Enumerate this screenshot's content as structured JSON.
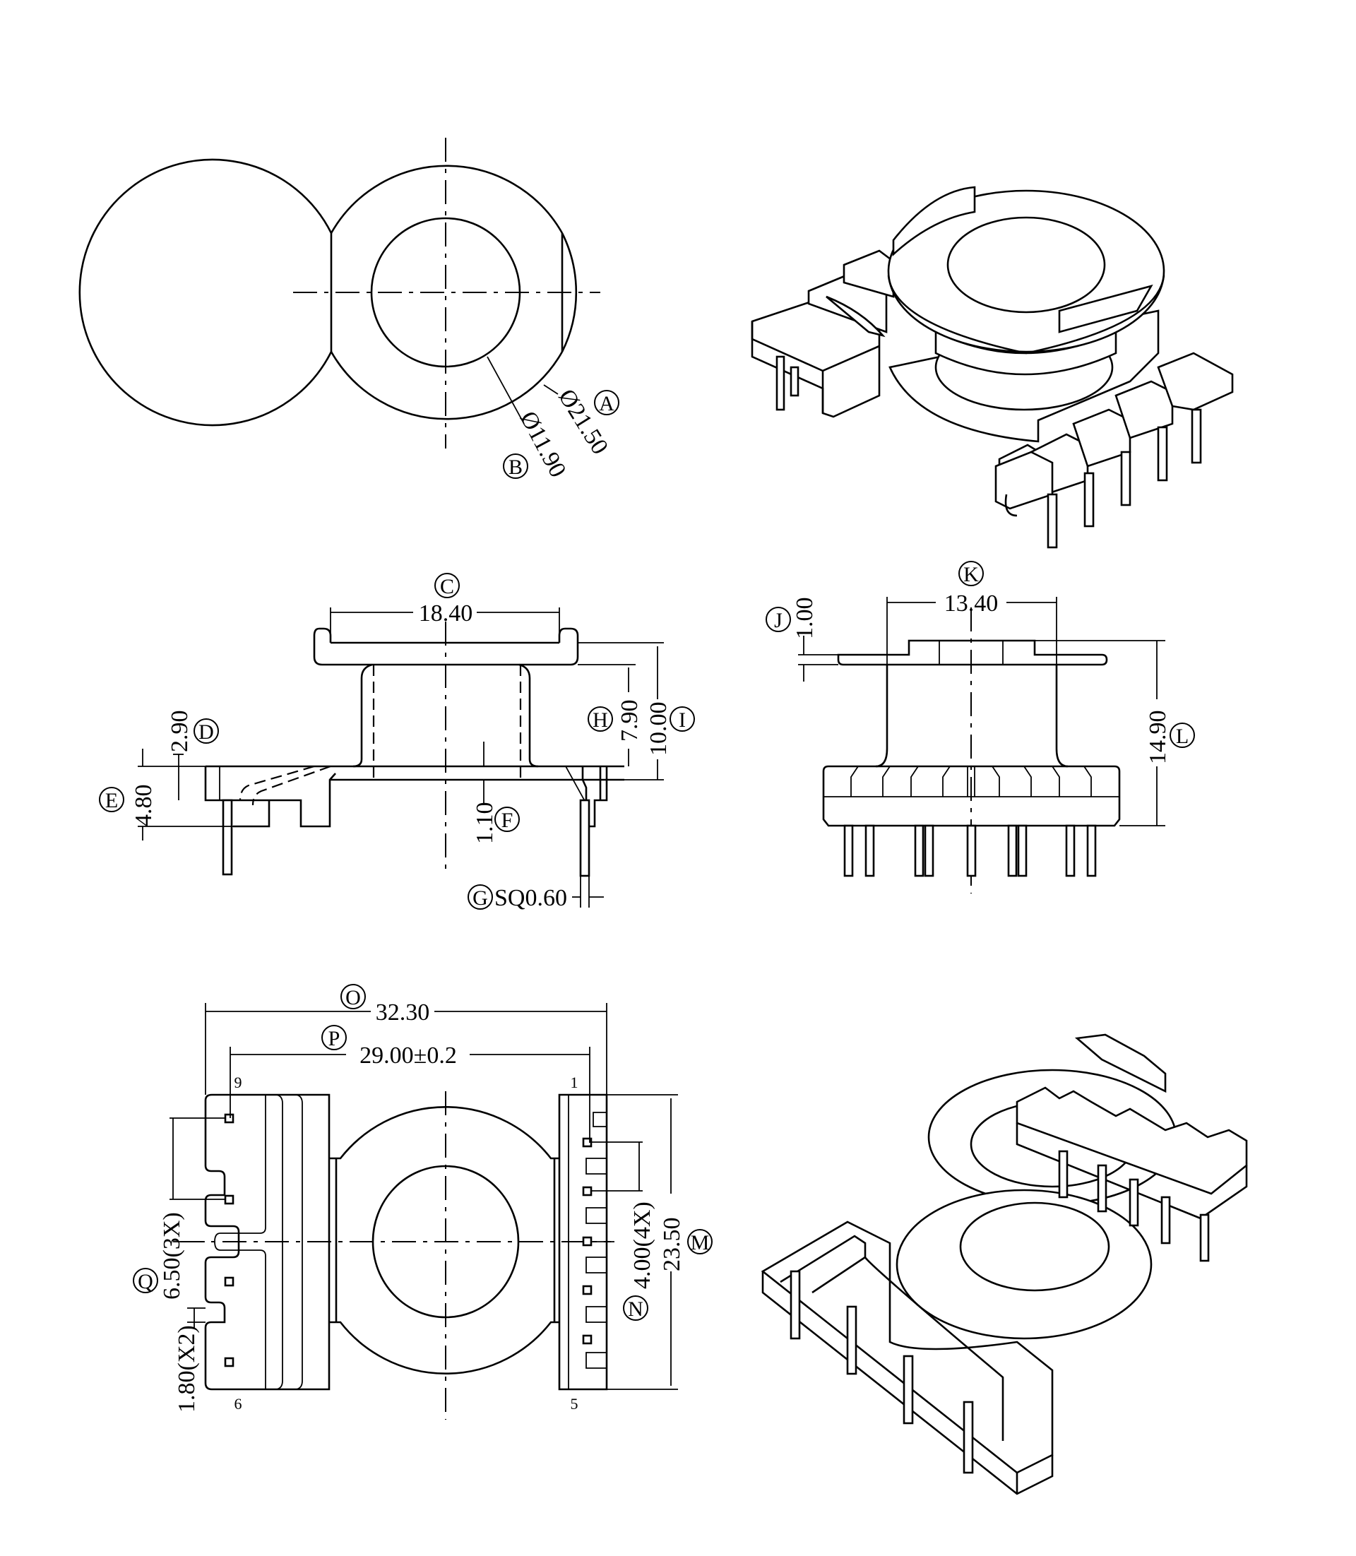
{
  "drawing": {
    "top_view": {
      "label_a": "A",
      "dim_a": "Ø21.50",
      "label_b": "B",
      "dim_b": "Ø11.90"
    },
    "front_view": {
      "label_c": "C",
      "dim_c": "18.40",
      "label_d": "D",
      "dim_d": "2.90",
      "label_e": "E",
      "dim_e": "4.80",
      "label_f": "F",
      "dim_f": "1.10",
      "label_g": "G",
      "dim_g": "SQ0.60",
      "label_h": "H",
      "dim_h": "7.90",
      "label_i": "I",
      "dim_i": "10.00"
    },
    "side_view": {
      "label_j": "J",
      "dim_j": "1.00",
      "label_k": "K",
      "dim_k": "13.40",
      "label_l": "L",
      "dim_l": "14.90"
    },
    "bottom_view": {
      "label_o": "O",
      "dim_o": "32.30",
      "label_p": "P",
      "dim_p": "29.00±0.2",
      "label_m": "M",
      "dim_m": "23.50",
      "label_n": "N",
      "dim_n": "4.00(4X)",
      "label_q": "Q",
      "dim_q": "6.50(3X)",
      "dim_q2": "1.80(X2)",
      "pin_9": "9",
      "pin_1": "1",
      "pin_6": "6",
      "pin_5": "5"
    }
  }
}
